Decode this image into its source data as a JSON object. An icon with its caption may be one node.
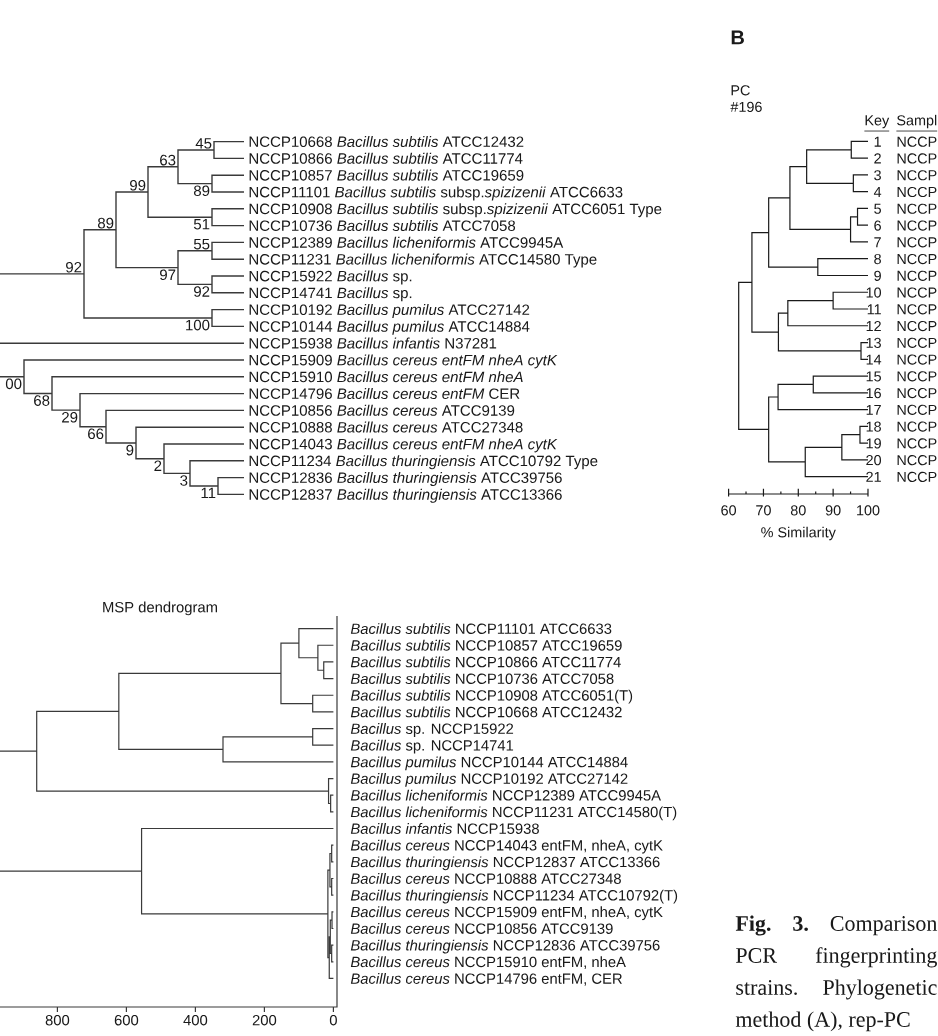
{
  "diagram": {
    "caption": "**Fig. 3.** Comparison PCR fingerprinting strains. Phylogenetic method (A), rep-PC",
    "labels": [
      "NCCP10668 *Bacillus subtilis* ATCC12432",
      "NCCP10866 *Bacillus subtilis* ATCC11774",
      "NCCP10857 *Bacillus subtilis* ATCC19659",
      "NCCP11101 *Bacillus subtilis* subsp.*spizizenii* ATCC6633",
      "NCCP10908 *Bacillus subtilis* subsp.*spizizenii* ATCC6051 Type",
      "NCCP10736 *Bacillus subtilis* ATCC7058",
      "NCCP12389 *Bacillus licheniformis* ATCC9945A",
      "NCCP11231 *Bacillus licheniformis* ATCC14580 Type",
      "NCCP15922 *Bacillus* sp.",
      "NCCP14741 *Bacillus* sp.",
      "NCCP10192 *Bacillus pumilus* ATCC27142",
      "NCCP10144 *Bacillus pumilus* ATCC14884",
      "NCCP15938 *Bacillus infantis* N37281",
      "NCCP15909 *Bacillus cereus entFM nheA cytK*",
      "NCCP15910 *Bacillus cereus entFM nheA*",
      "NCCP14796 *Bacillus cereus entFM* CER",
      "NCCP10856 *Bacillus cereus* ATCC9139",
      "NCCP10888 *Bacillus cereus* ATCC27348",
      "NCCP14043 *Bacillus cereus entFM nheA cytK*",
      "NCCP11234 *Bacillus thuringiensis* ATCC10792 Type",
      "NCCP12836 *Bacillus thuringiensis* ATCC39756",
      "NCCP12837 *Bacillus thuringiensis* ATCC13366",
      "45",
      "63",
      "89",
      "99",
      "89",
      "51",
      "55",
      "92",
      "97",
      "92",
      "100",
      "00",
      "68",
      "29",
      "66",
      "9",
      "2",
      "3",
      "11",
      "B",
      "PC",
      "#196",
      "Key",
      "Sampl",
      "1",
      "NCCP",
      "2",
      "NCCP",
      "3",
      "NCCP",
      "4",
      "NCCP",
      "5",
      "NCCP",
      "6",
      "NCCP",
      "7",
      "NCCP",
      "8",
      "NCCP",
      "9",
      "NCCP",
      "10",
      "NCCP",
      "11",
      "NCCP",
      "12",
      "NCCP",
      "13",
      "NCCP",
      "14",
      "NCCP",
      "15",
      "NCCP",
      "16",
      "NCCP",
      "17",
      "NCCP",
      "18",
      "NCCP",
      "19",
      "NCCP",
      "20",
      "NCCP",
      "21",
      "NCCP",
      "60",
      "70",
      "80",
      "90",
      "100",
      "% Similarity",
      "MSP dendrogram",
      "*Bacillus subtilis* NCCP11101 ATCC6633",
      "*Bacillus subtilis* NCCP10857 ATCC19659",
      "*Bacillus subtilis* NCCP10866 ATCC11774",
      "*Bacillus subtilis* NCCP10736 ATCC7058",
      "*Bacillus subtilis* NCCP10908 ATCC6051(T)",
      "*Bacillus subtilis* NCCP10668 ATCC12432",
      "*Bacillus* sp. NCCP15922",
      "*Bacillus* sp. NCCP14741",
      "*Bacillus pumilus* NCCP10144 ATCC14884",
      "*Bacillus pumilus* NCCP10192 ATCC27142",
      "*Bacillus licheniformis* NCCP12389 ATCC9945A",
      "*Bacillus licheniformis* NCCP11231 ATCC14580(T)",
      "*Bacillus infantis* NCCP15938",
      "*Bacillus cereus* NCCP14043 entFM, nheA, cytK",
      "*Bacillus thuringiensis* NCCP12837 ATCC13366",
      "*Bacillus cereus* NCCP10888 ATCC27348",
      "*Bacillus thuringiensis* NCCP11234 ATCC10792(T)",
      "*Bacillus cereus* NCCP15909 entFM, nheA, cytK",
      "*Bacillus cereus* NCCP10856 ATCC9139",
      "*Bacillus thuringiensis* NCCP12836 ATCC39756",
      "*Bacillus cereus* NCCP15910 entFM, nheA",
      "*Bacillus cereus* NCCP14796 entFM, CER",
      "800",
      "600",
      "400",
      "200",
      "0"
    ]
  }
}
